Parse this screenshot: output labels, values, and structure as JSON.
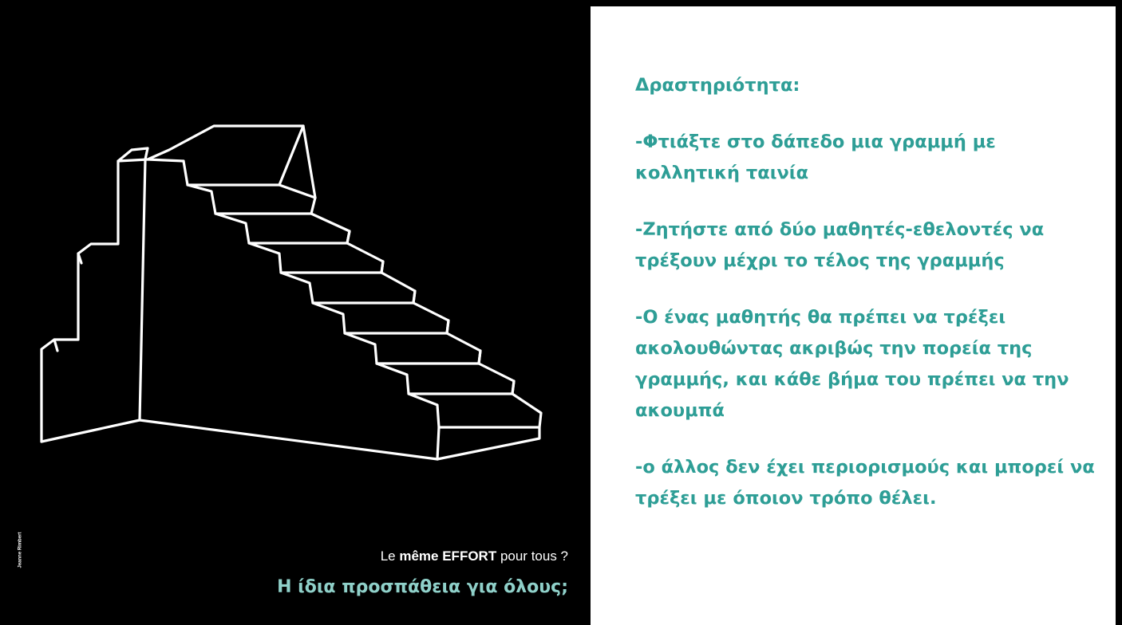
{
  "left": {
    "credit": "Jeanne Rimbert",
    "caption_fr": {
      "prefix": "Le ",
      "bold": "même EFFORT",
      "suffix": " pour tous ?"
    },
    "caption_gr": "Η ίδια προσπάθεια για όλους;"
  },
  "right": {
    "heading": "Δραστηριότητα:",
    "steps": [
      "-Φτιάξτε στο δάπεδο μια γραμμή με κολλητική ταινία",
      "-Ζητήστε από δύο μαθητές-εθελοντές να τρέξουν μέχρι το τέλος της γραμμής",
      "-Ο ένας μαθητής θα πρέπει να τρέξει ακολουθώντας ακριβώς την πορεία της γραμμής, και κάθε βήμα του πρέπει να την ακουμπά",
      "-ο άλλος δεν έχει περιορισμούς και μπορεί να τρέξει με όποιον τρόπο θέλει."
    ]
  },
  "colors": {
    "accent": "#2e9e96",
    "caption_gr": "#8fd0c9",
    "background": "#000000",
    "panel": "#ffffff"
  },
  "illustration": "hand-drawn-staircase"
}
